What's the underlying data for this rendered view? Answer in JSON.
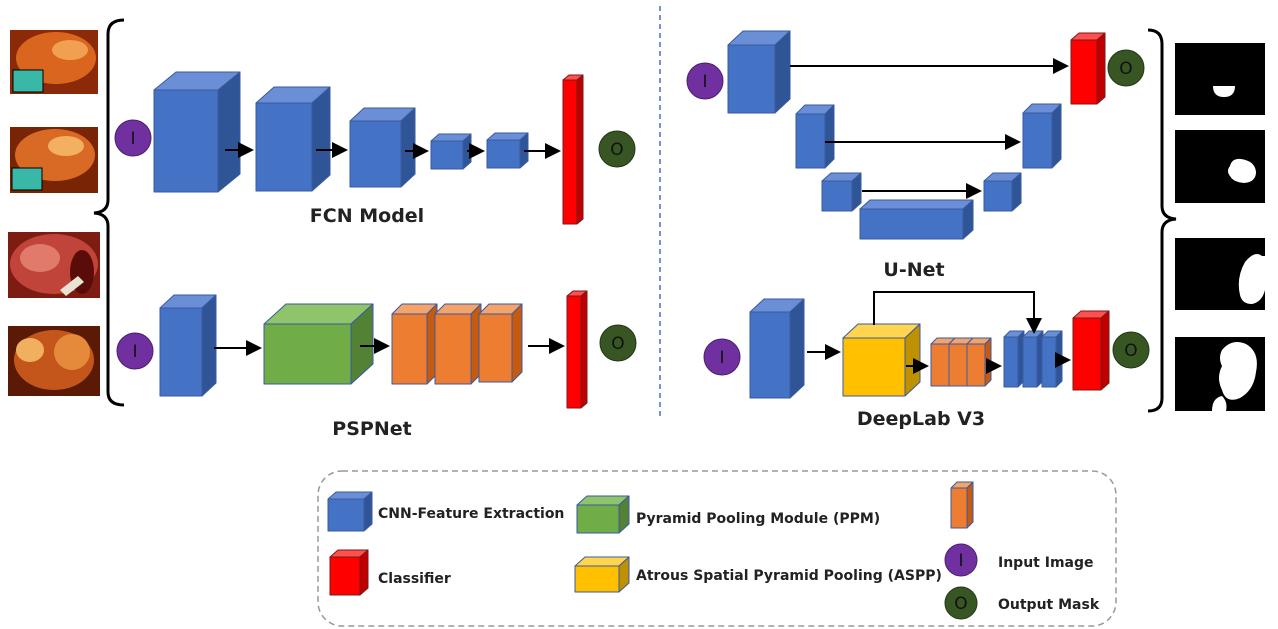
{
  "colors": {
    "cnn_face": "#4472c4",
    "cnn_top": "#6b8fd6",
    "cnn_side": "#2f5597",
    "cls_face": "#ff0000",
    "cls_top": "#ff5050",
    "cls_side": "#c00000",
    "ppm_face": "#70ad47",
    "ppm_top": "#8fc46a",
    "ppm_side": "#548235",
    "aspp_face": "#ffc000",
    "aspp_top": "#ffd54f",
    "aspp_side": "#bf9000",
    "pool_face": "#ed7d31",
    "pool_top": "#f4a36a",
    "pool_side": "#c55a11",
    "input_circle": "#7030a0",
    "output_circle": "#375623",
    "edge": "#3a5aa0",
    "divider": "#4472c4",
    "legend_border": "#999999"
  },
  "models": {
    "fcn": "FCN Model",
    "pspnet": "PSPNet",
    "unet": "U-Net",
    "deeplab": "DeepLab V3"
  },
  "nodes": {
    "input_symbol": "I",
    "output_symbol": "O"
  },
  "legend": {
    "cnn": "CNN-Feature Extraction",
    "classifier": "Classifier",
    "ppm": "Pyramid Pooling Module (PPM)",
    "aspp": "Atrous Spatial Pyramid Pooling (ASPP)",
    "pooling": "",
    "input": "Input Image",
    "output": "Output Mask",
    "input_symbol": "I",
    "output_symbol": "O"
  }
}
